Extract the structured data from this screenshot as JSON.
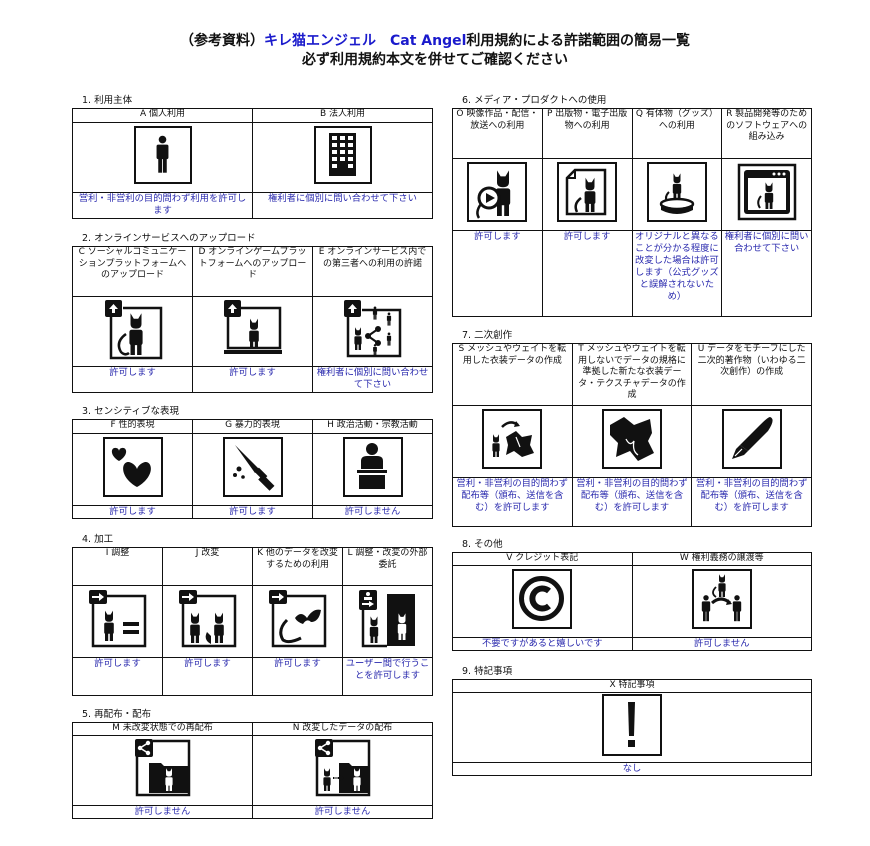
{
  "header": {
    "prefix": "（参考資料）",
    "brand": "キレ猫エンジェル　Cat Angel",
    "suffix": "利用規約による許諾範囲の簡易一覧",
    "subtitle": "必ず利用規約本文を併せてご確認ください"
  },
  "colors": {
    "title_blue": "#1a1acc",
    "answer_blue": "#2a2aae",
    "border": "#111111"
  },
  "sections": [
    {
      "label": "1. 利用主体",
      "items": [
        {
          "id": "A",
          "title": "A 個人利用",
          "icon": "person-icon",
          "answer": "営利・非営利の目的問わず利用を許可します"
        },
        {
          "id": "B",
          "title": "B 法人利用",
          "icon": "building-icon",
          "answer": "権利者に個別に問い合わせて下さい"
        }
      ]
    },
    {
      "label": "2. オンラインサービスへのアップロード",
      "items": [
        {
          "id": "C",
          "title": "C ソーシャルコミュニケーションプラットフォームへのアップロード",
          "icon": "upload-avatar-icon",
          "answer": "許可します"
        },
        {
          "id": "D",
          "title": "D オンラインゲームプラットフォームへのアップロード",
          "icon": "upload-monitor-icon",
          "answer": "許可します"
        },
        {
          "id": "E",
          "title": "E オンラインサービス内での第三者への利用の許諾",
          "icon": "upload-share-icon",
          "answer": "権利者に個別に問い合わせて下さい"
        }
      ]
    },
    {
      "label": "3. センシティブな表現",
      "items": [
        {
          "id": "F",
          "title": "F 性的表現",
          "icon": "hearts-icon",
          "answer": "許可します"
        },
        {
          "id": "G",
          "title": "G 暴力的表現",
          "icon": "knife-icon",
          "answer": "許可します"
        },
        {
          "id": "H",
          "title": "H 政治活動・宗教活動",
          "icon": "podium-icon",
          "answer": "許可しません"
        }
      ]
    },
    {
      "label": "4. 加工",
      "items": [
        {
          "id": "I",
          "title": "I 調整",
          "icon": "adjust-icon",
          "answer": "許可します"
        },
        {
          "id": "J",
          "title": "J 改変",
          "icon": "modify-icon",
          "answer": "許可します"
        },
        {
          "id": "K",
          "title": "K 他のデータを改変するための利用",
          "icon": "parts-icon",
          "answer": "許可します"
        },
        {
          "id": "L",
          "title": "L 調整・改変の外部委託",
          "icon": "outsource-icon",
          "answer": "ユーザー間で行うことを許可します"
        }
      ]
    },
    {
      "label": "5. 再配布・配布",
      "items": [
        {
          "id": "M",
          "title": "M 未改変状態での再配布",
          "icon": "share-folder-icon",
          "answer": "許可しません"
        },
        {
          "id": "N",
          "title": "N 改変したデータの配布",
          "icon": "share-modified-folder-icon",
          "answer": "許可しません"
        }
      ]
    },
    {
      "label": "6. メディア・プロダクトへの使用",
      "items": [
        {
          "id": "O",
          "title": "O 映像作品・配信・放送への利用",
          "icon": "video-play-icon",
          "answer": "許可します"
        },
        {
          "id": "P",
          "title": "P 出版物・電子出版物への利用",
          "icon": "document-icon",
          "answer": "許可します"
        },
        {
          "id": "Q",
          "title": "Q 有体物（グッズ）への利用",
          "icon": "figure-stand-icon",
          "answer": "オリジナルと異なることが分かる程度に改変した場合は許可します（公式グッズと誤解されないため）"
        },
        {
          "id": "R",
          "title": "R 製品開発等のためのソフトウェアへの組み込み",
          "icon": "app-window-icon",
          "answer": "権利者に個別に問い合わせて下さい"
        }
      ]
    },
    {
      "label": "7. 二次創作",
      "items": [
        {
          "id": "S",
          "title": "S メッシュやウェイトを転用した衣装データの作成",
          "icon": "costume-convert-icon",
          "answer": "営利・非営利の目的問わず配布等（頒布、送信を含む）を許可します"
        },
        {
          "id": "T",
          "title": "T メッシュやウェイトを転用しないでデータの規格に準拠した新たな衣装データ・テクスチャデータの作成",
          "icon": "costume-icon",
          "answer": "営利・非営利の目的問わず配布等（頒布、送信を含む）を許可します"
        },
        {
          "id": "U",
          "title": "U データをモチーフにした二次的著作物（いわゆる二次創作）の作成",
          "icon": "pen-nib-icon",
          "answer": "営利・非営利の目的問わず配布等（頒布、送信を含む）を許可します"
        }
      ]
    },
    {
      "label": "8. その他",
      "items": [
        {
          "id": "V",
          "title": "V クレジット表記",
          "icon": "copyright-icon",
          "answer": "不要ですがあると嬉しいです"
        },
        {
          "id": "W",
          "title": "W 権利義務の譲渡等",
          "icon": "transfer-icon",
          "answer": "許可しません"
        }
      ]
    },
    {
      "label": "9. 特記事項",
      "items": [
        {
          "id": "X",
          "title": "X 特記事項",
          "icon": "exclamation-icon",
          "answer": "なし"
        }
      ]
    }
  ]
}
